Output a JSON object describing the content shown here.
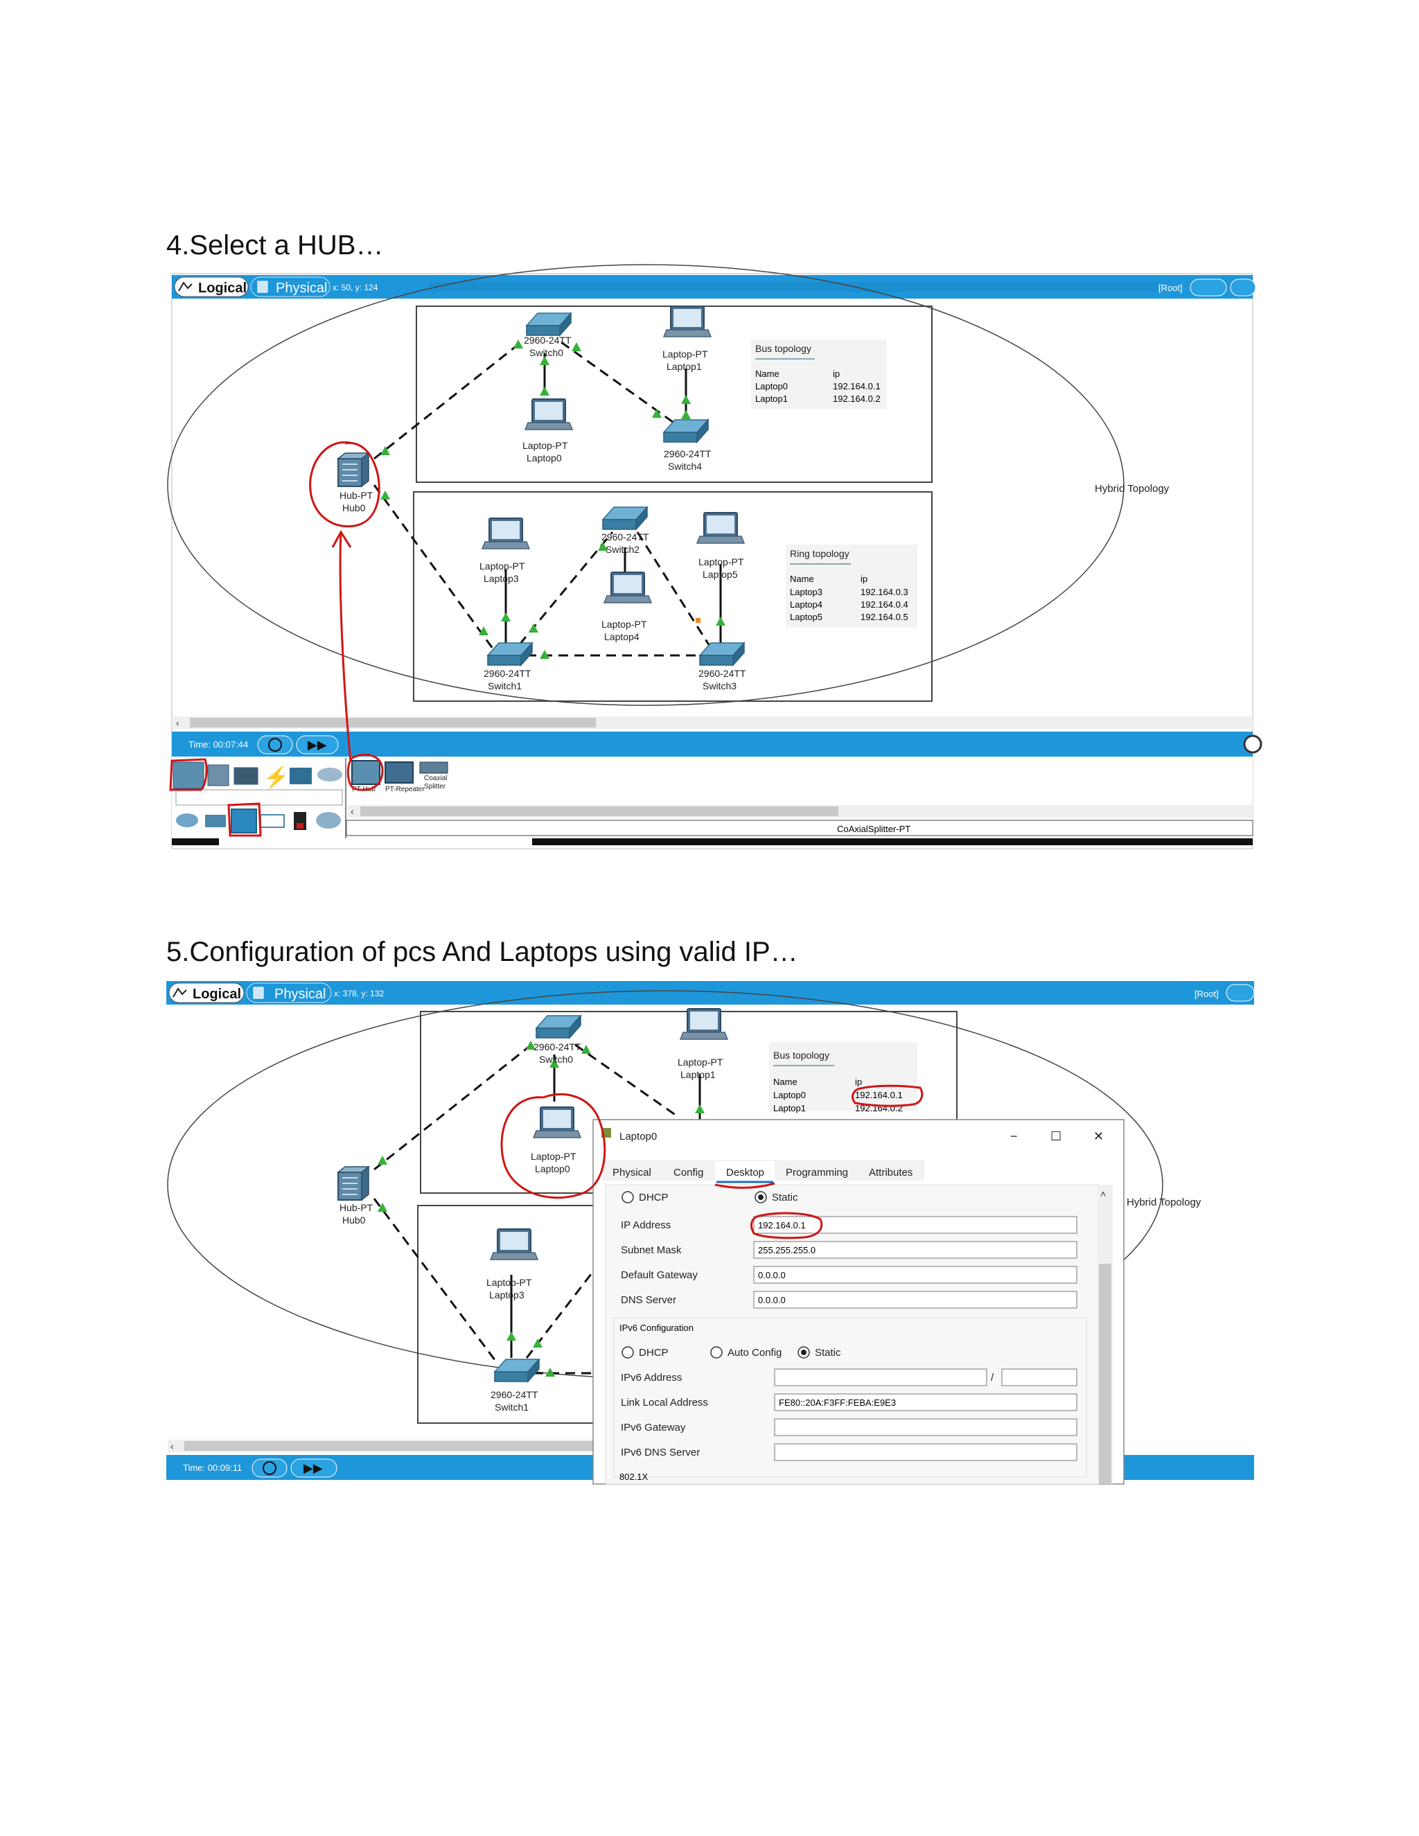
{
  "headings": {
    "step4": "4.Select a HUB…",
    "step5": "5.Configuration of pcs And Laptops using valid IP…"
  },
  "colors": {
    "accent": "#1E90D6",
    "annotation_red": "#D01515",
    "link_green": "#37B03A",
    "topbar": "#1E96DA"
  },
  "toolbar": {
    "logical": "Logical",
    "physical": "Physical",
    "root": "[Root]"
  },
  "shot1": {
    "coords": "x: 50, y: 124",
    "time": "Time: 00:07:44",
    "hybrid": "Hybrid  Topology",
    "devices": {
      "switch0_model": "2960-24TT",
      "switch0_name": "Switch0",
      "laptop1_model": "Laptop-PT",
      "laptop1_name": "Laptop1",
      "laptop0_model": "Laptop-PT",
      "laptop0_name": "Laptop0",
      "switch4_model": "2960-24TT",
      "switch4_name": "Switch4",
      "hub_model": "Hub-PT",
      "hub_name": "Hub0",
      "laptop3_model": "Laptop-PT",
      "laptop3_name": "Laptop3",
      "switch2_model": "2960-24TT",
      "switch2_name": "Switch2",
      "laptop5_model": "Laptop-PT",
      "laptop5_name": "Laptop5",
      "laptop4_model": "Laptop-PT",
      "laptop4_name": "Laptop4",
      "switch1_model": "2960-24TT",
      "switch1_name": "Switch1",
      "switch3_model": "2960-24TT",
      "switch3_name": "Switch3"
    },
    "bus_table": {
      "title": "Bus topology",
      "col_name": "Name",
      "col_ip": "ip",
      "rows": [
        {
          "name": "Laptop0",
          "ip": "192.164.0.1"
        },
        {
          "name": "Laptop1",
          "ip": "192.164.0.2"
        }
      ]
    },
    "ring_table": {
      "title": "Ring topology",
      "col_name": "Name",
      "col_ip": "ip",
      "rows": [
        {
          "name": "Laptop3",
          "ip": "192.164.0.3"
        },
        {
          "name": "Laptop4",
          "ip": "192.164.0.4"
        },
        {
          "name": "Laptop5",
          "ip": "192.164.0.5"
        }
      ]
    },
    "palette": {
      "pt_hub": "PT-Hub",
      "pt_repeater": "PT-Repeater",
      "coaxial": "Coaxial",
      "splitter": "Splitter",
      "footer": "CoAxialSplitter-PT"
    }
  },
  "shot2": {
    "coords": "x: 378, y: 132",
    "time": "Time: 00:09:11",
    "hybrid": "Hybrid  Topology",
    "devices": {
      "switch0_model": "2960-24TT",
      "switch0_name": "Switch0",
      "laptop1_model": "Laptop-PT",
      "laptop1_name": "Laptop1",
      "laptop0_model": "Laptop-PT",
      "laptop0_name": "Laptop0",
      "hub_model": "Hub-PT",
      "hub_name": "Hub0",
      "laptop3_model": "Laptop-PT",
      "laptop3_name": "Laptop3",
      "switch1_model": "2960-24TT",
      "switch1_name": "Switch1"
    },
    "bus_table": {
      "title": "Bus topology",
      "col_name": "Name",
      "col_ip": "ip",
      "rows": [
        {
          "name": "Laptop0",
          "ip": "192.164.0.1"
        },
        {
          "name": "Laptop1",
          "ip": "192.164.0.2"
        }
      ]
    },
    "dialog": {
      "title": "Laptop0",
      "tabs": [
        "Physical",
        "Config",
        "Desktop",
        "Programming",
        "Attributes"
      ],
      "active_tab": "Desktop",
      "dhcp": "DHCP",
      "static": "Static",
      "ip_label": "IP Address",
      "ip_value": "192.164.0.1",
      "mask_label": "Subnet Mask",
      "mask_value": "255.255.255.0",
      "gw_label": "Default Gateway",
      "gw_value": "0.0.0.0",
      "dns_label": "DNS Server",
      "dns_value": "0.0.0.0",
      "ipv6_section": "IPv6 Configuration",
      "ipv6_dhcp": "DHCP",
      "ipv6_auto": "Auto Config",
      "ipv6_static": "Static",
      "ipv6_addr_label": "IPv6 Address",
      "ipv6_addr_value": "",
      "ipv6_prefix_sep": "/",
      "ipv6_prefix_value": "",
      "link_local_label": "Link Local Address",
      "link_local_value": "FE80::20A:F3FF:FEBA:E9E3",
      "ipv6_gw_label": "IPv6 Gateway",
      "ipv6_gw_value": "",
      "ipv6_dns_label": "IPv6 DNS Server",
      "ipv6_dns_value": "",
      "dot1x": "802.1X",
      "minimize": "−",
      "maximize": "☐",
      "close": "✕"
    }
  }
}
